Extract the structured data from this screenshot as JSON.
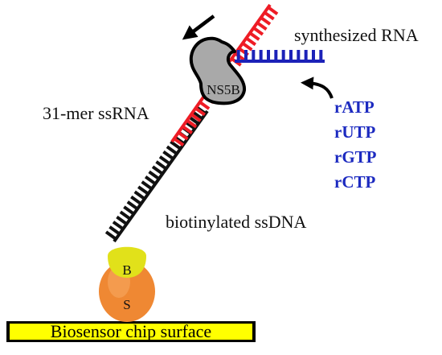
{
  "labels": {
    "synthesized_rna": "synthesized RNA",
    "template_rna": "31-mer ssRNA",
    "dna": "biotinylated ssDNA",
    "enzyme": "NS5B",
    "biotin": "B",
    "streptavidin": "S",
    "chip": "Biosensor chip surface"
  },
  "nucleotides": [
    "rATP",
    "rUTP",
    "rGTP",
    "rCTP"
  ],
  "colors": {
    "template_strand": "#ee1c25",
    "synthesized_strand": "#1c22b8",
    "dna_strand": "#111111",
    "enzyme": "#a9a9a9",
    "biotin": "#e1e11a",
    "streptavidin": "#ef8833",
    "chip": "#ffff00",
    "nucleotide_text": "#1c2ac0"
  },
  "icons": {
    "movement_arrow": "arrow-down-left-icon",
    "nucleotide_arrow": "curved-arrow-icon"
  }
}
